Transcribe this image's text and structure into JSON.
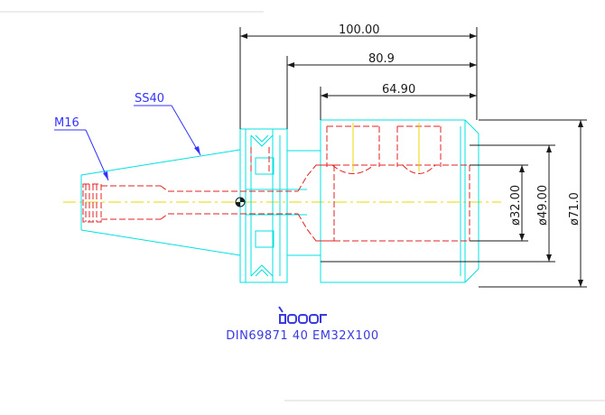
{
  "dimensions": {
    "length_overall": "100.00",
    "length_mid": "80.9",
    "length_body": "64.90",
    "diameter_bore": "ø32.00",
    "diameter_body": "ø49.00",
    "diameter_flange": "ø71.0"
  },
  "labels": {
    "taper": "SS40",
    "thread": "M16"
  },
  "caption": "DIN69871  40  EM32X100",
  "colors": {
    "outline": "#00e0e0",
    "hidden": "#e02020",
    "dimension": "#1a1a1a",
    "leader": "#3333ff",
    "centerline": "#e8d800"
  }
}
